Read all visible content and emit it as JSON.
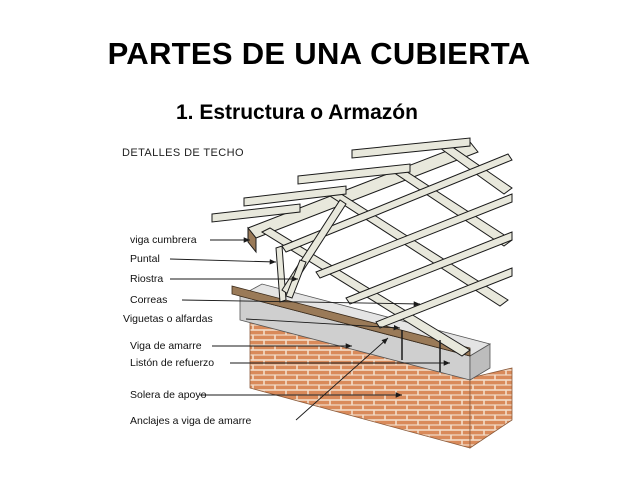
{
  "slide": {
    "title": "PARTES DE UNA CUBIERTA",
    "subtitle": "1. Estructura o Armazón"
  },
  "figure": {
    "heading": "DETALLES DE TECHO",
    "labels": {
      "viga_cumbrera": "viga cumbrera",
      "puntal": "Puntal",
      "riostra": "Riostra",
      "correas": "Correas",
      "viguetas": "Viguetas o alfardas",
      "viga_amarre": "Viga de amarre",
      "liston": "Listón de refuerzo",
      "solera": "Solera de apoyo",
      "anclajes": "Anclajes a viga de amarre"
    }
  },
  "colors": {
    "wood": "#e8e8dc",
    "wood_dark": "#9a7a58",
    "brick": "#d98a5a",
    "mortar": "#f3dcc8",
    "slab": "#cfcfcf",
    "line": "#1a1a1a"
  }
}
